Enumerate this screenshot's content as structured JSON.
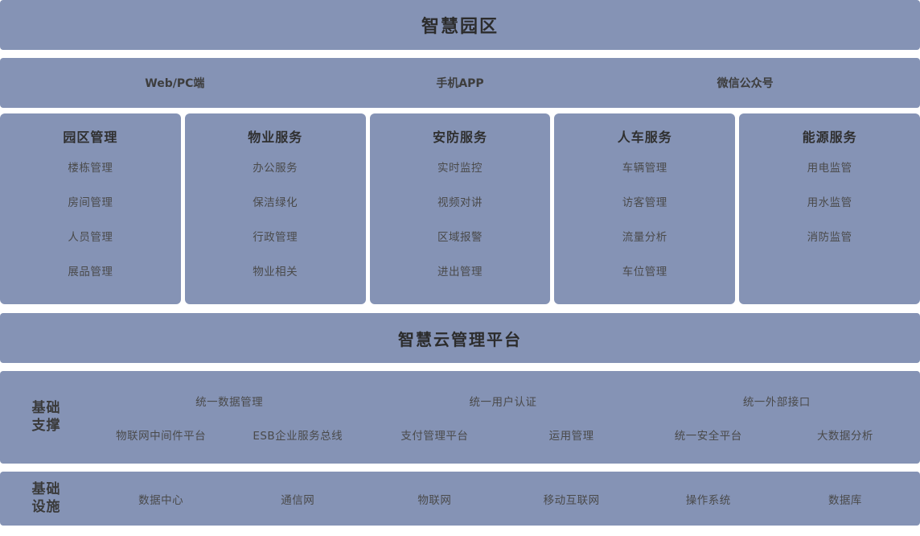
{
  "diagram": {
    "title": "智慧园区",
    "channels": [
      {
        "label": "Web/PC端"
      },
      {
        "label": "手机APP"
      },
      {
        "label": "微信公众号"
      }
    ],
    "modules": [
      {
        "title": "园区管理",
        "items": [
          "楼栋管理",
          "房间管理",
          "人员管理",
          "展品管理"
        ]
      },
      {
        "title": "物业服务",
        "items": [
          "办公服务",
          "保洁绿化",
          "行政管理",
          "物业相关"
        ]
      },
      {
        "title": "安防服务",
        "items": [
          "实时监控",
          "视频对讲",
          "区域报警",
          "进出管理"
        ]
      },
      {
        "title": "人车服务",
        "items": [
          "车辆管理",
          "访客管理",
          "流量分析",
          "车位管理"
        ]
      },
      {
        "title": "能源服务",
        "items": [
          "用电监管",
          "用水监管",
          "消防监管"
        ]
      }
    ],
    "platform": {
      "title": "智慧云管理平台"
    },
    "support": {
      "label": "基础支撑",
      "top_items": [
        "统一数据管理",
        "统一用户认证",
        "统一外部接口"
      ],
      "bottom_items": [
        "物联网中间件平台",
        "ESB企业服务总线",
        "支付管理平台",
        "运用管理",
        "统一安全平台",
        "大数据分析"
      ]
    },
    "infrastructure": {
      "label": "基础设施",
      "items": [
        "数据中心",
        "通信网",
        "物联网",
        "移动互联网",
        "操作系统",
        "数据库"
      ]
    },
    "colors": {
      "band": "#8593b5",
      "page_background": "#ffffff",
      "heading_text": "#2c2c2c",
      "item_text": "#4a4a4a"
    }
  }
}
